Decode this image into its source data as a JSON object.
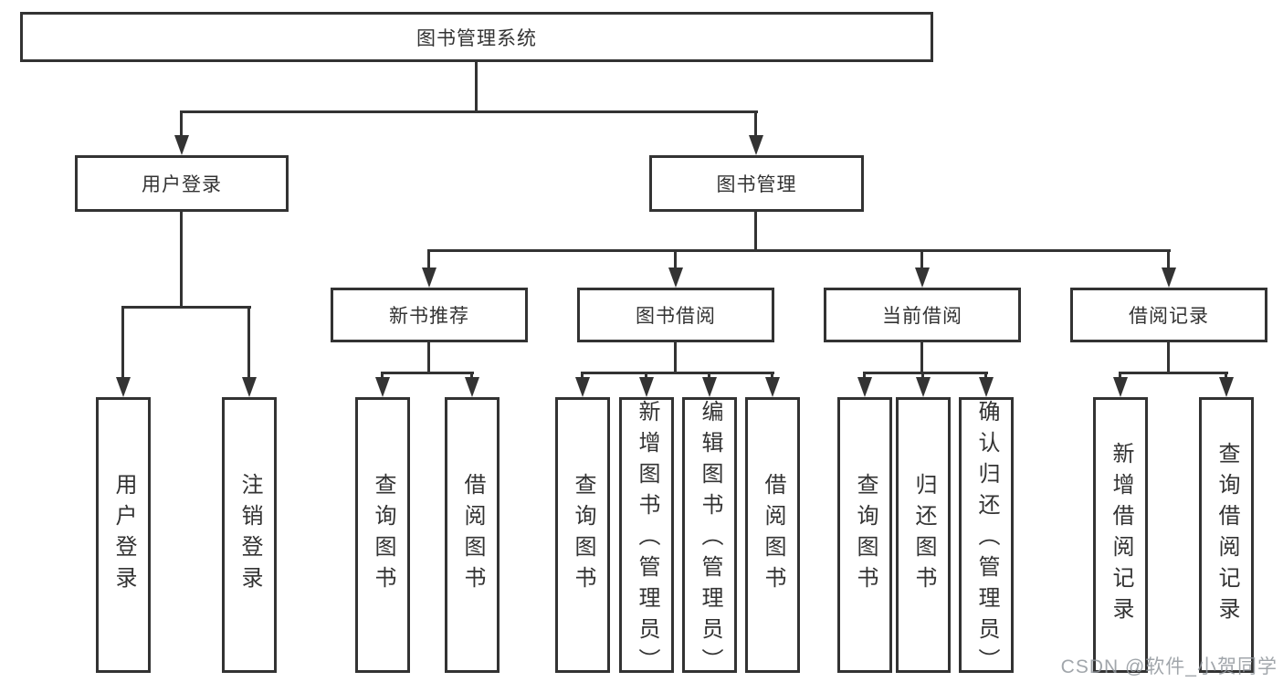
{
  "tree": {
    "label": "图书管理系统",
    "children": [
      {
        "label": "用户登录",
        "children": [
          {
            "label": "用户登录"
          },
          {
            "label": "注销登录"
          }
        ]
      },
      {
        "label": "图书管理",
        "children": [
          {
            "label": "新书推荐",
            "children": [
              {
                "label": "查询图书"
              },
              {
                "label": "借阅图书"
              }
            ]
          },
          {
            "label": "图书借阅",
            "children": [
              {
                "label": "查询图书"
              },
              {
                "label": "新增图书（管理员）"
              },
              {
                "label": "编辑图书（管理员）"
              },
              {
                "label": "借阅图书"
              }
            ]
          },
          {
            "label": "当前借阅",
            "children": [
              {
                "label": "查询图书"
              },
              {
                "label": "归还图书"
              },
              {
                "label": "确认归还（管理员）"
              }
            ]
          },
          {
            "label": "借阅记录",
            "children": [
              {
                "label": "新增借阅记录"
              },
              {
                "label": "查询借阅记录"
              }
            ]
          }
        ]
      }
    ]
  },
  "colors": {
    "line": "#333333",
    "background": "#ffffff",
    "watermark": "#9196a0"
  },
  "watermark": {
    "text": "CSDN @软件_小贺同学"
  }
}
